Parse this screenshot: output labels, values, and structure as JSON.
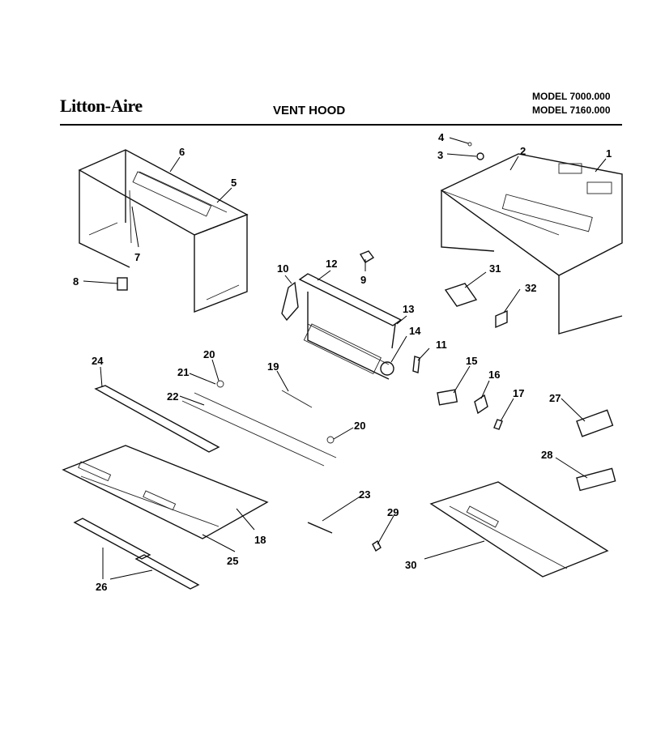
{
  "header": {
    "brand": "Litton-Aire",
    "title": "VENT HOOD",
    "models": [
      "MODEL 7000.000",
      "MODEL 7160.000"
    ]
  },
  "callouts": [
    "1",
    "2",
    "3",
    "4",
    "5",
    "6",
    "7",
    "8",
    "9",
    "10",
    "11",
    "12",
    "13",
    "14",
    "15",
    "16",
    "17",
    "18",
    "19",
    "20",
    "20",
    "21",
    "22",
    "23",
    "24",
    "25",
    "26",
    "27",
    "28",
    "29",
    "30",
    "31",
    "32"
  ]
}
